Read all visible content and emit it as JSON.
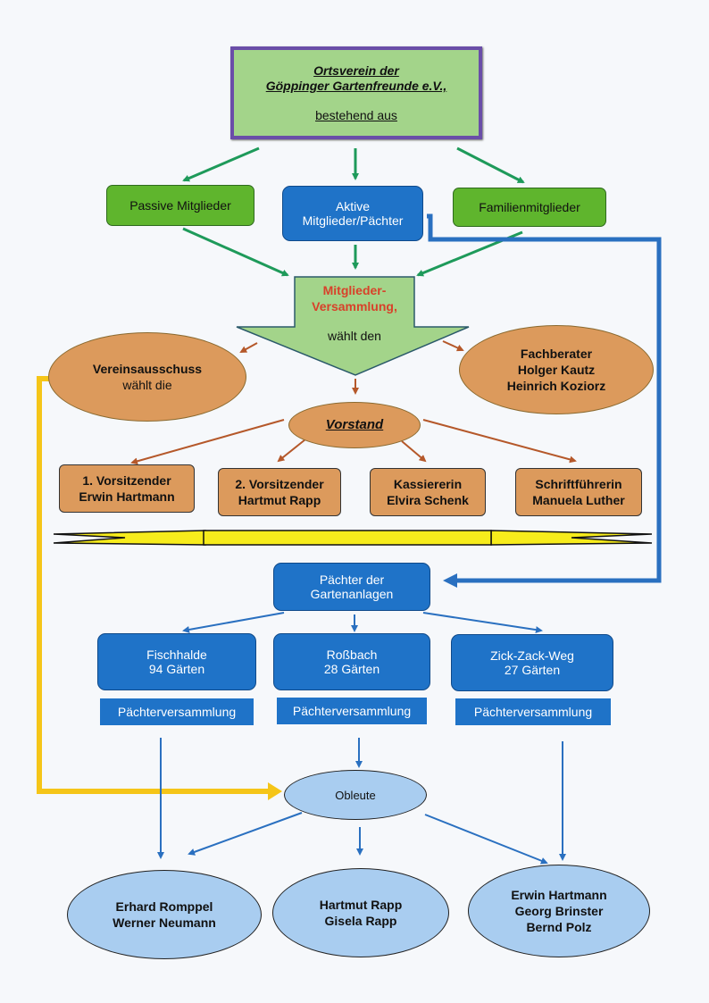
{
  "title_box": {
    "line1": "Ortsverein der",
    "line2": "Göppinger Gartenfreunde e.V.,",
    "line3": "bestehend aus"
  },
  "member_types": {
    "passive": "Passive Mitglieder",
    "active_line1": "Aktive",
    "active_line2": "Mitglieder/Pächter",
    "family": "Familienmitglieder"
  },
  "assembly": {
    "line1": "Mitglieder-",
    "line2": "Versammlung,",
    "line3": "wählt den"
  },
  "committee": {
    "line1": "Vereinsausschuss",
    "line2": "wählt die"
  },
  "advisors": {
    "line1": "Fachberater",
    "line2": "Holger Kautz",
    "line3": "Heinrich Koziorz"
  },
  "board": {
    "label": "Vorstand",
    "members": [
      {
        "role": "1. Vorsitzender",
        "name": "Erwin Hartmann"
      },
      {
        "role": "2. Vorsitzender",
        "name": "Hartmut Rapp"
      },
      {
        "role": "Kassiererin",
        "name": "Elvira Schenk"
      },
      {
        "role": "Schriftführerin",
        "name": "Manuela Luther"
      }
    ]
  },
  "tenants": {
    "line1": "Pächter der",
    "line2": "Gartenanlagen"
  },
  "gardens": [
    {
      "name": "Fischhalde",
      "count": "94 Gärten",
      "assembly": "Pächterversammlung"
    },
    {
      "name": "Roßbach",
      "count": "28 Gärten",
      "assembly": "Pächterversammlung"
    },
    {
      "name": "Zick-Zack-Weg",
      "count": "27 Gärten",
      "assembly": "Pächterversammlung"
    }
  ],
  "obleute": {
    "label": "Obleute",
    "groups": [
      [
        "Erhard Romppel",
        "Werner Neumann"
      ],
      [
        "Hartmut Rapp",
        "Gisela Rapp"
      ],
      [
        "Erwin Hartmann",
        "Georg Brinster",
        "Bernd Polz"
      ]
    ]
  },
  "colors": {
    "green_arrow": "#1e9a5a",
    "brown_arrow": "#b5582a",
    "blue": "#1f73c8",
    "yellow": "#f5c518",
    "assembly_text": "#d8412a"
  }
}
